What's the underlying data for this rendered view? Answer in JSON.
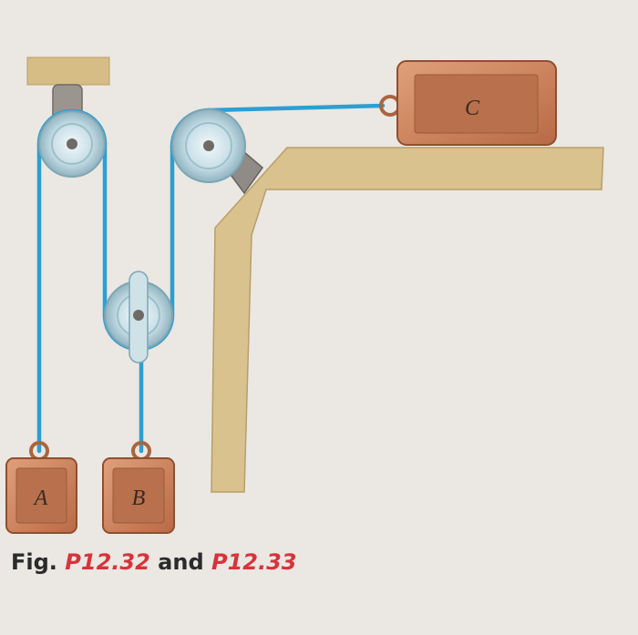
{
  "blocks": {
    "a": "A",
    "b": "B",
    "c": "C"
  },
  "caption": {
    "prefix": "Fig.",
    "ref1": "P12.32",
    "conjunction": "and",
    "ref2": "P12.33"
  },
  "colors": {
    "rope": "#2b9fd3",
    "ledge": "#d9c28e",
    "block": "#c9805a",
    "pulley": "#bcd8e2",
    "caption_ref": "#d8333b"
  }
}
